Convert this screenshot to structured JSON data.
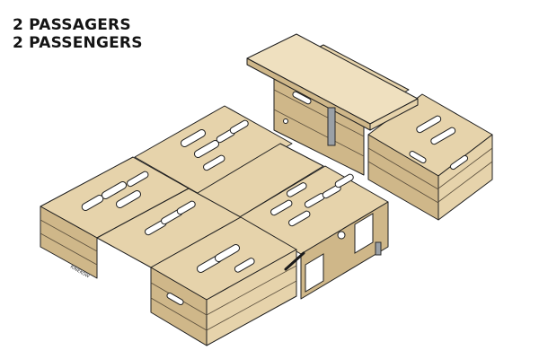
{
  "caption": {
    "line1": "2 PASSAGERS",
    "line2": "2 PASSENGERS"
  },
  "product": {
    "logo_text": "KINEKOW"
  },
  "colors": {
    "wood": "#e6d3ab",
    "outline": "#1f1f1f",
    "background": "#ffffff"
  }
}
